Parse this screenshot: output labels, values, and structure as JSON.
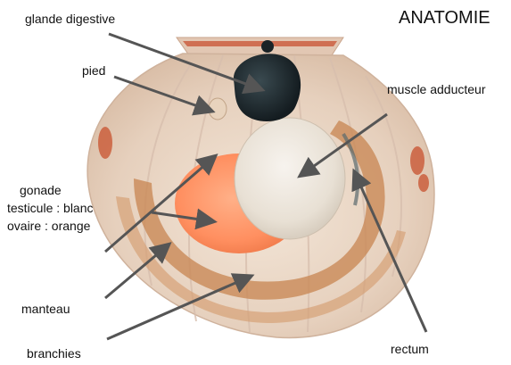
{
  "title": "ANATOMIE",
  "labels": {
    "glande_digestive": "glande digestive",
    "pied": "pied",
    "muscle_adducteur": "muscle adducteur",
    "gonade": "gonade",
    "testicule": "testicule : blanc",
    "ovaire": "ovaire : orange",
    "manteau": "manteau",
    "branchies": "branchies",
    "rectum": "rectum"
  },
  "colors": {
    "background": "#ffffff",
    "text": "#111111",
    "arrow": "#555555",
    "shell": "#e9d8c8",
    "mantle": "#c88a55",
    "gonad": "#ff8a5c",
    "muscle": "#ece6dc",
    "digestive_gland": "#1f2a2e"
  }
}
